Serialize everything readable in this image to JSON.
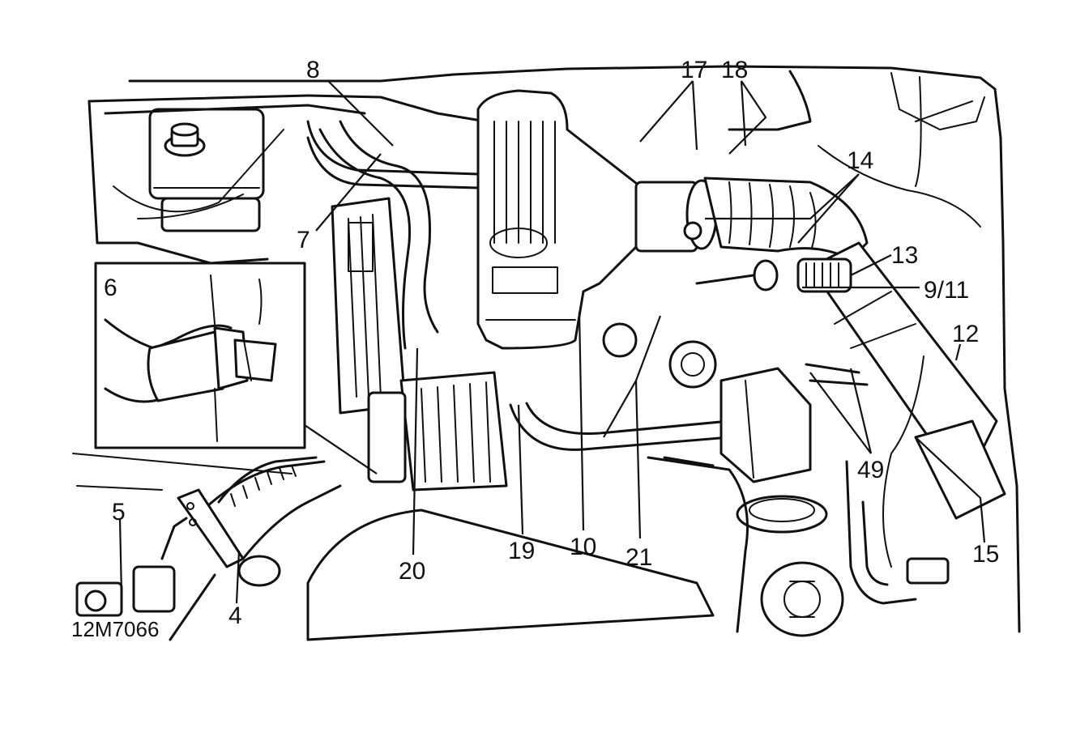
{
  "figure": {
    "reference_code": "12M7066",
    "inset_label": "6"
  },
  "callouts": [
    {
      "id": "c8",
      "label": "8"
    },
    {
      "id": "c17",
      "label": "17"
    },
    {
      "id": "c18",
      "label": "18"
    },
    {
      "id": "c14",
      "label": "14"
    },
    {
      "id": "c13",
      "label": "13"
    },
    {
      "id": "c9_11",
      "label": "9/11"
    },
    {
      "id": "c12",
      "label": "12"
    },
    {
      "id": "c7",
      "label": "7"
    },
    {
      "id": "c49",
      "label": "49"
    },
    {
      "id": "c15",
      "label": "15"
    },
    {
      "id": "c5",
      "label": "5"
    },
    {
      "id": "c4",
      "label": "4"
    },
    {
      "id": "c20",
      "label": "20"
    },
    {
      "id": "c19",
      "label": "19"
    },
    {
      "id": "c10",
      "label": "10"
    },
    {
      "id": "c21",
      "label": "21"
    }
  ]
}
